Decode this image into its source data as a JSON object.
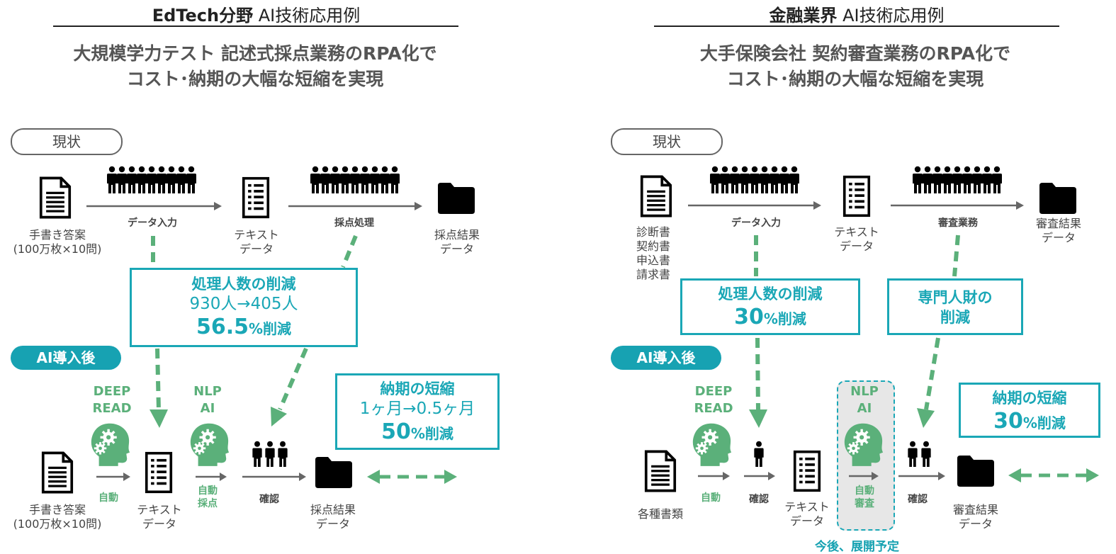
{
  "left": {
    "title_bold": "EdTech分野",
    "title_rest": " AI技術応用例",
    "subtitle": [
      "大規模学力テスト 記述式採点業務のRPA化で",
      "コスト･納期の大幅な短縮を実現"
    ],
    "status_pill": "現状",
    "ai_pill": "AI導入後",
    "current": {
      "source_label": [
        "手書き答案",
        "(100万枚×10問)"
      ],
      "step1_label": "データ入力",
      "mid_label": [
        "テキスト",
        "データ"
      ],
      "step2_label": "採点処理",
      "result_label": [
        "採点結果",
        "データ"
      ]
    },
    "box_people": {
      "title": "処理人数の削減",
      "detail": "930人→405人",
      "big": "56.5",
      "big_unit": "%削減"
    },
    "box_delivery": {
      "title": "納期の短縮",
      "detail": "1ヶ月→0.5ヶ月",
      "big": "50",
      "big_unit": "%削減"
    },
    "after": {
      "deep_read": [
        "DEEP",
        "READ"
      ],
      "nlp_ai": [
        "NLP",
        "AI"
      ],
      "auto_label": "自動",
      "auto_grade": [
        "自動",
        "採点"
      ],
      "confirm": "確認",
      "source_label": [
        "手書き答案",
        "(100万枚×10問)"
      ],
      "mid_label": [
        "テキスト",
        "データ"
      ],
      "result_label": [
        "採点結果",
        "データ"
      ]
    }
  },
  "right": {
    "title_bold": "金融業界",
    "title_rest": " AI技術応用例",
    "subtitle": [
      "大手保険会社 契約審査業務のRPA化で",
      "コスト･納期の大幅な短縮を実現"
    ],
    "status_pill": "現状",
    "ai_pill": "AI導入後",
    "current": {
      "source_label": [
        "診断書",
        "契約書",
        "申込書",
        "請求書"
      ],
      "step1_label": "データ入力",
      "mid_label": [
        "テキスト",
        "データ"
      ],
      "step2_label": "審査業務",
      "result_label": [
        "審査結果",
        "データ"
      ]
    },
    "box_people": {
      "title": "処理人数の削減",
      "big": "30",
      "big_unit": "%削減"
    },
    "box_experts": {
      "title": "専門人財の",
      "title2": "削減"
    },
    "box_delivery": {
      "title": "納期の短縮",
      "big": "30",
      "big_unit": "%削減"
    },
    "after": {
      "deep_read": [
        "DEEP",
        "READ"
      ],
      "nlp_ai": [
        "NLP",
        "AI"
      ],
      "auto_label": "自動",
      "auto_review": [
        "自動",
        "審査"
      ],
      "confirm1": "確認",
      "confirm2": "確認",
      "source_label": "各種書類",
      "mid_label": [
        "テキスト",
        "データ"
      ],
      "result_label": [
        "審査結果",
        "データ"
      ],
      "future_label": "今後、展開予定"
    }
  },
  "icons": [
    "document-icon",
    "people-icon",
    "checklist-icon",
    "folder-icon",
    "ai-head-icon",
    "person-icon",
    "arrow-icon",
    "dashed-arrow-icon"
  ],
  "colors": {
    "teal": "#1aa7b6",
    "green": "#5bb07a",
    "gray_arrow": "#666666",
    "text": "#444444"
  }
}
